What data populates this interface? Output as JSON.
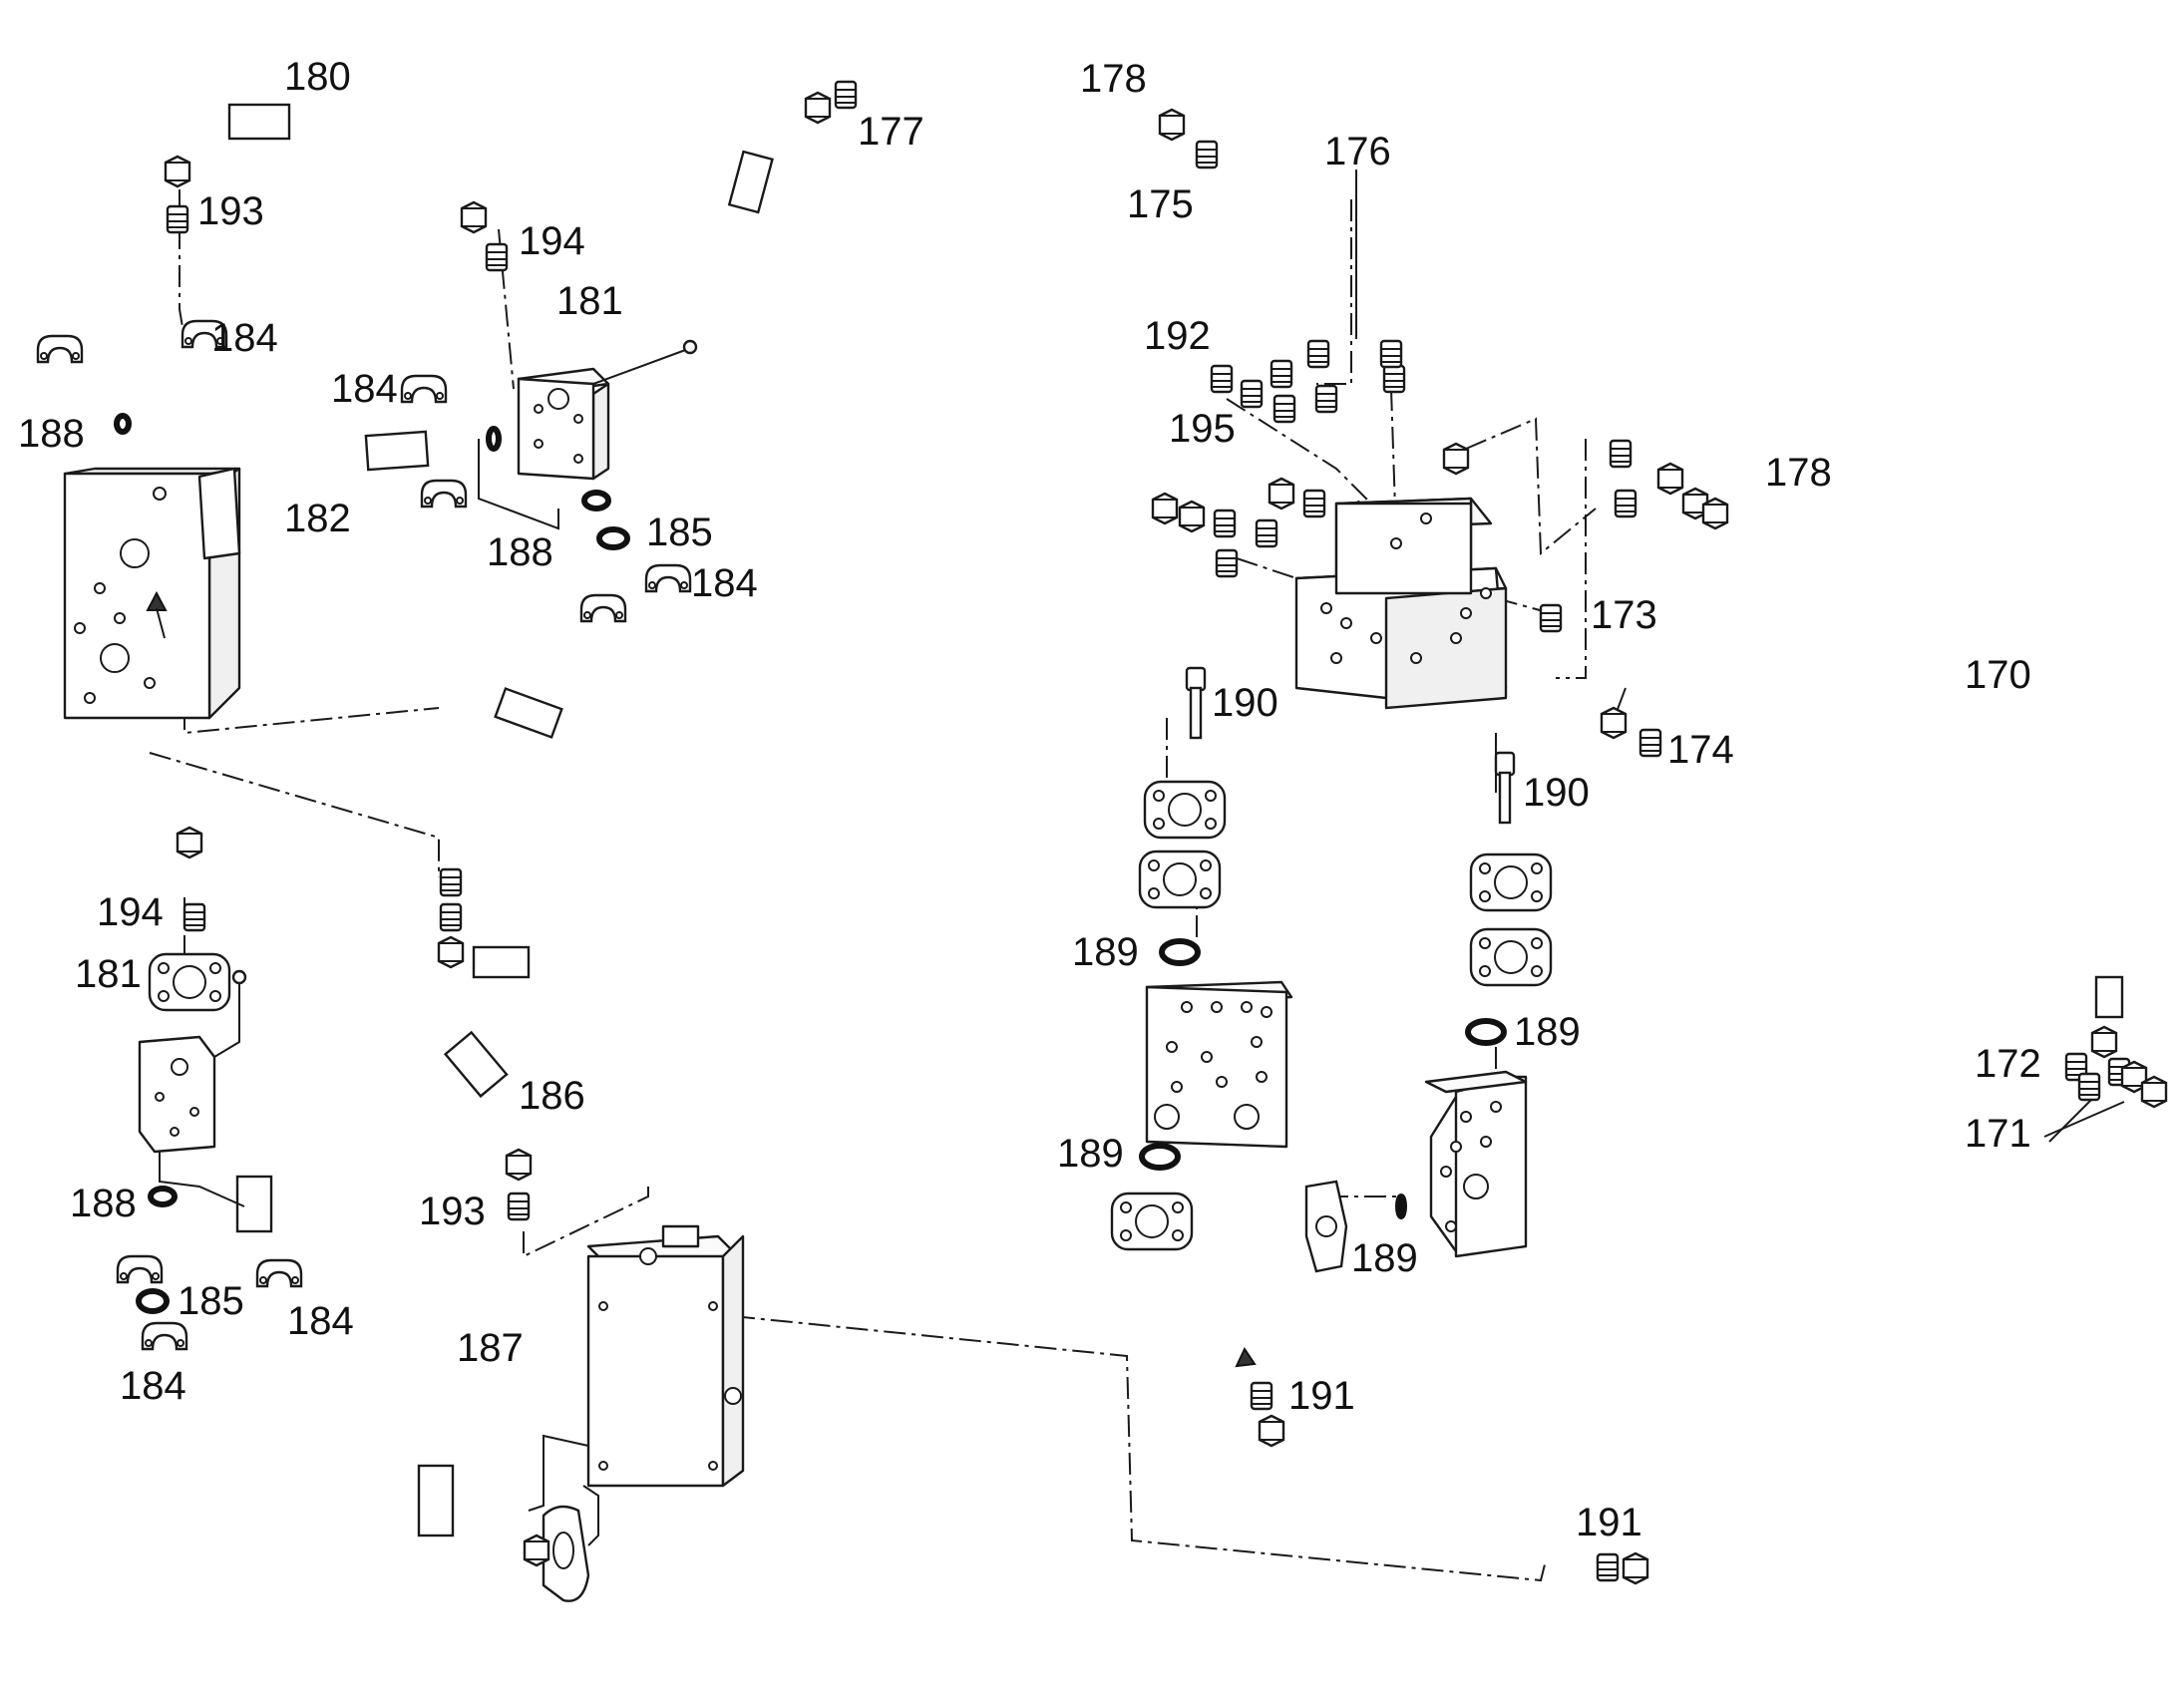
{
  "diagram": {
    "callouts": {
      "c170": "170",
      "c171": "171",
      "c172": "172",
      "c173": "173",
      "c174": "174",
      "c175": "175",
      "c176": "176",
      "c177": "177",
      "c178": "178",
      "c180": "180",
      "c181": "181",
      "c182": "182",
      "c184": "184",
      "c185": "185",
      "c186": "186",
      "c187": "187",
      "c188": "188",
      "c189": "189",
      "c190": "190",
      "c191": "191",
      "c192": "192",
      "c193": "193",
      "c194": "194",
      "c195": "195"
    }
  }
}
